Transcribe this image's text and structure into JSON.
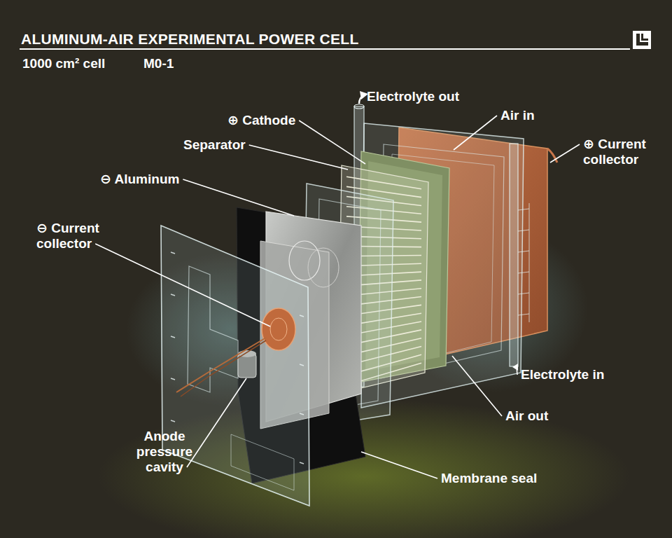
{
  "diagram": {
    "title": "ALUMINUM-AIR EXPERIMENTAL POWER CELL",
    "labels": [
      "1000 cm² cell",
      "M0-1",
      "Electrolyte out",
      "⊕ Cathode",
      "Air in",
      "⊕ Current collector",
      "Separator",
      "⊖ Aluminum",
      "⊖ Current collector",
      "Anode pressure cavity",
      "Electrolyte in",
      "Air out",
      "Membrane seal"
    ]
  }
}
